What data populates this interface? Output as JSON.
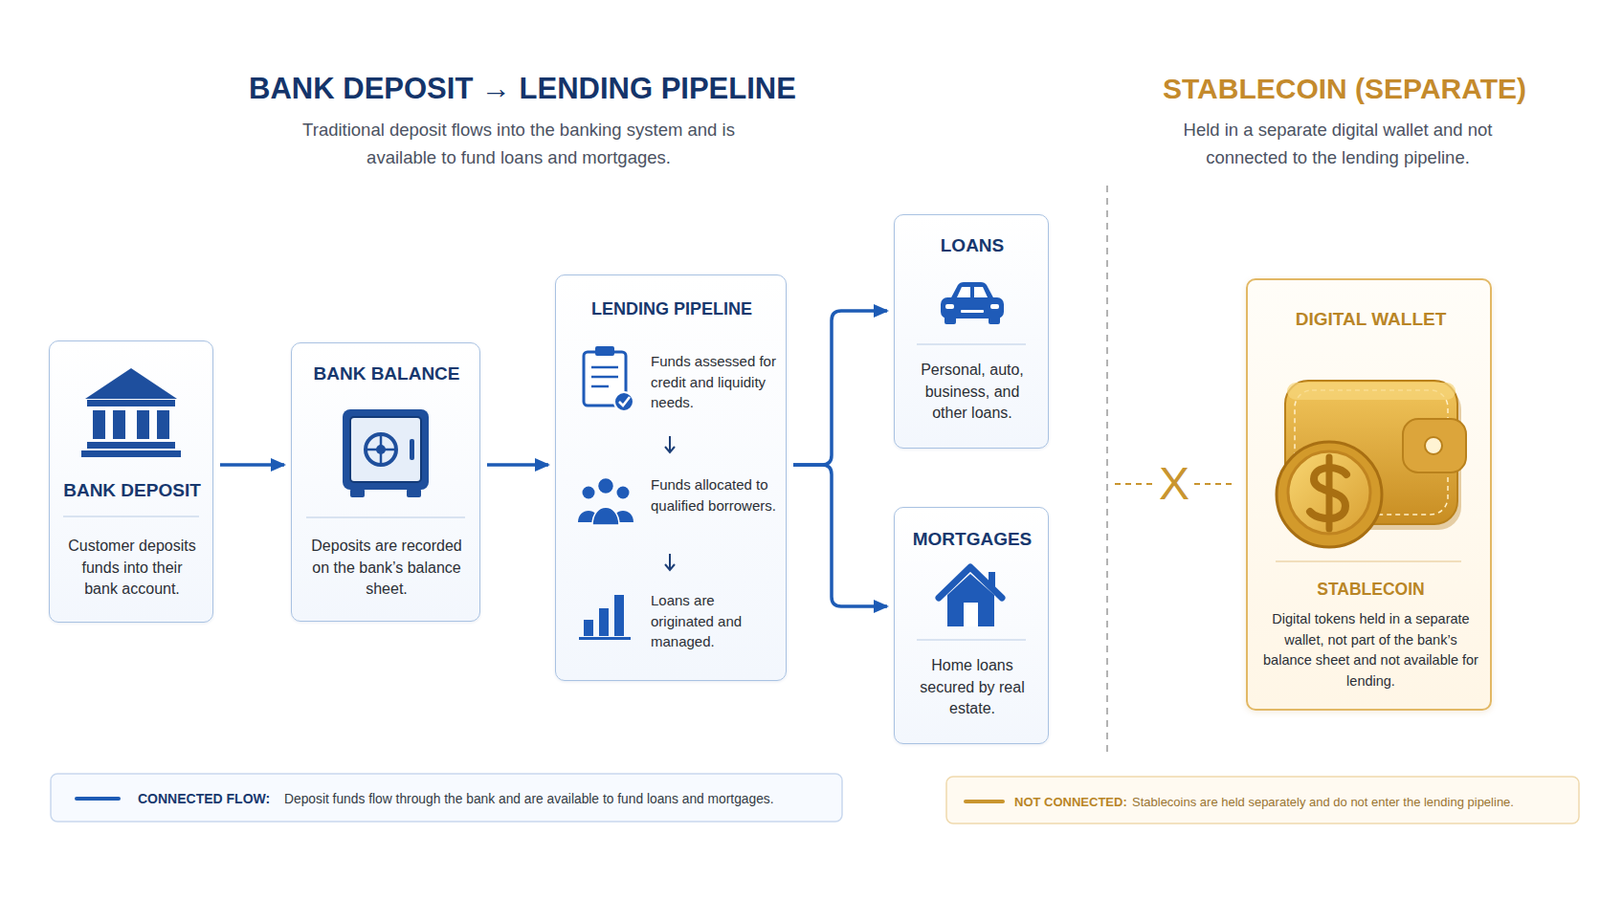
{
  "diagram": {
    "title": "BANK DEPOSIT → LENDING PIPELINE",
    "nodes": [
      {
        "text": [
          "BANK DEPOSIT",
          "Customer deposits funds into their bank account."
        ]
      },
      {
        "text": [
          "BANK BALANCE",
          "Deposits are recorded on the bank’s balance sheet."
        ]
      },
      {
        "text": [
          "LENDING PIPELINE",
          "Funds assessed for credit and liquidity needs.",
          "Funds allocated to qualified borrowers.",
          "Loans are originated and managed."
        ]
      },
      {
        "text": [
          "LOANS",
          "Personal, auto, business, and other loans."
        ]
      },
      {
        "text": [
          "MORTGAGES",
          "Home loans secured by real estate."
        ]
      },
      {
        "text": [
          "DIGITAL WALLET",
          "STABLECOIN",
          "Digital tokens held in a separate wallet, not part of the bank’s balance sheet and not available for lending."
        ]
      }
    ],
    "edges": [
      {
        "from": 0,
        "to": 1,
        "arrow": "to"
      },
      {
        "from": 1,
        "to": 2,
        "arrow": "to"
      },
      {
        "from": 2,
        "to": 3,
        "arrow": "to"
      },
      {
        "from": 2,
        "to": 4,
        "arrow": "to"
      }
    ],
    "labels": [
      "STABLECOIN (SEPARATE)",
      "Traditional deposit flows into the banking system and is available to fund loans and mortgages.",
      "Held in a separate digital wallet and not connected to the lending pipeline.",
      "X",
      "Deposit funds flow through the bank and are available to fund loans and mortgages.",
      "Stablecoins are held separately and do not enter the lending pipeline."
    ],
    "legend": [
      {
        "text": "CONNECTED FLOW:"
      },
      {
        "text": "NOT CONNECTED:"
      }
    ]
  }
}
